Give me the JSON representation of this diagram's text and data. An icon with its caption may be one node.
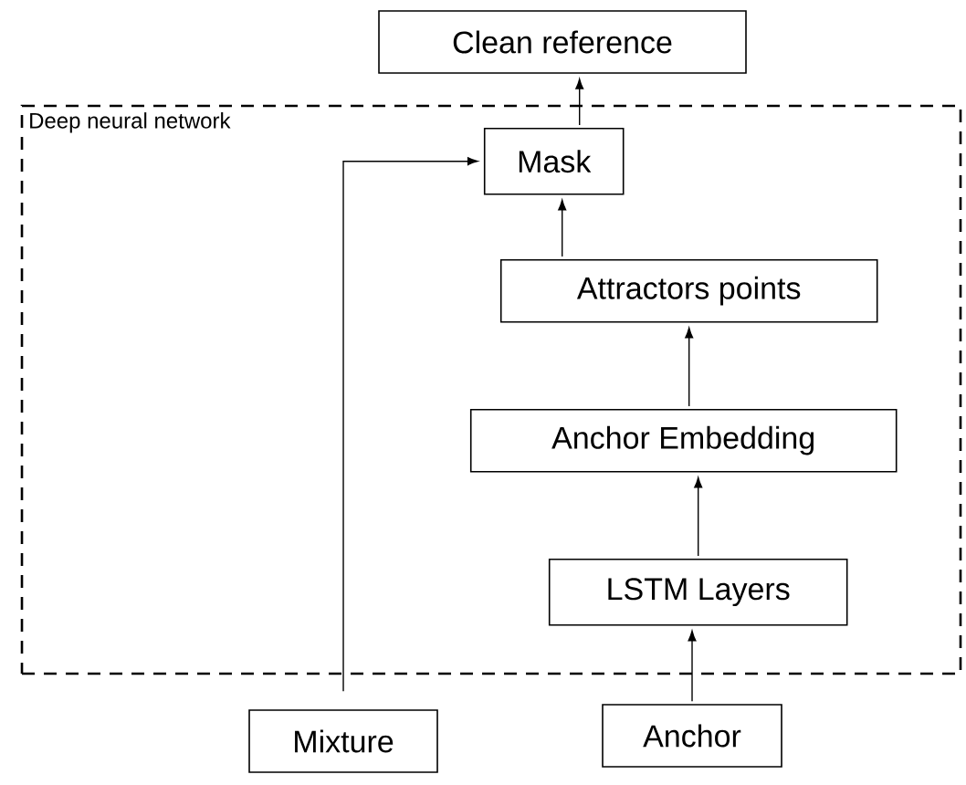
{
  "diagram": {
    "nodes": [
      {
        "text": [
          "Deep neural network"
        ]
      },
      {
        "text": [
          "Clean reference"
        ]
      },
      {
        "text": [
          "Mask"
        ],
        "in": 0
      },
      {
        "text": [
          "Attractors points"
        ],
        "in": 0
      },
      {
        "text": [
          "Anchor Embedding"
        ],
        "in": 0
      },
      {
        "text": [
          "LSTM Layers"
        ],
        "in": 0
      },
      {
        "text": [
          "Mixture"
        ]
      },
      {
        "text": [
          "Anchor"
        ]
      }
    ],
    "edges": [
      {
        "from": 2,
        "to": 1,
        "arrow": "to"
      },
      {
        "from": 3,
        "to": 2,
        "arrow": "to"
      },
      {
        "from": 4,
        "to": 3,
        "arrow": "to"
      },
      {
        "from": 5,
        "to": 4,
        "arrow": "to"
      },
      {
        "from": 7,
        "to": 5,
        "arrow": "to"
      },
      {
        "from": 6,
        "to": 2,
        "arrow": "to"
      }
    ]
  }
}
